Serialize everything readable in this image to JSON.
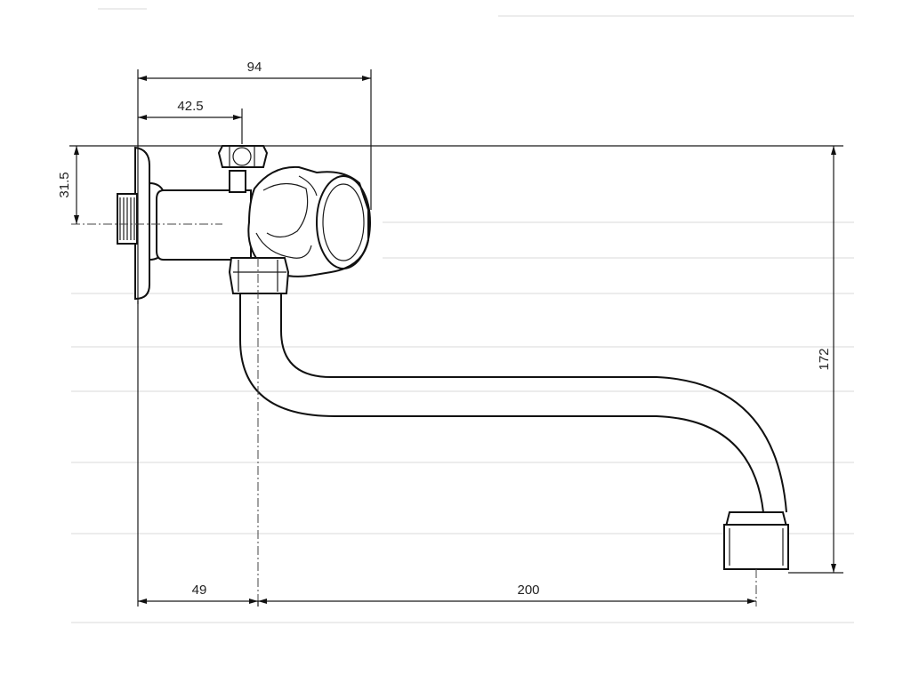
{
  "dimensions": {
    "overall_depth": "94",
    "handle_offset": "42.5",
    "inlet_height": "31.5",
    "total_height": "172",
    "wall_to_spout": "49",
    "spout_reach": "200"
  }
}
